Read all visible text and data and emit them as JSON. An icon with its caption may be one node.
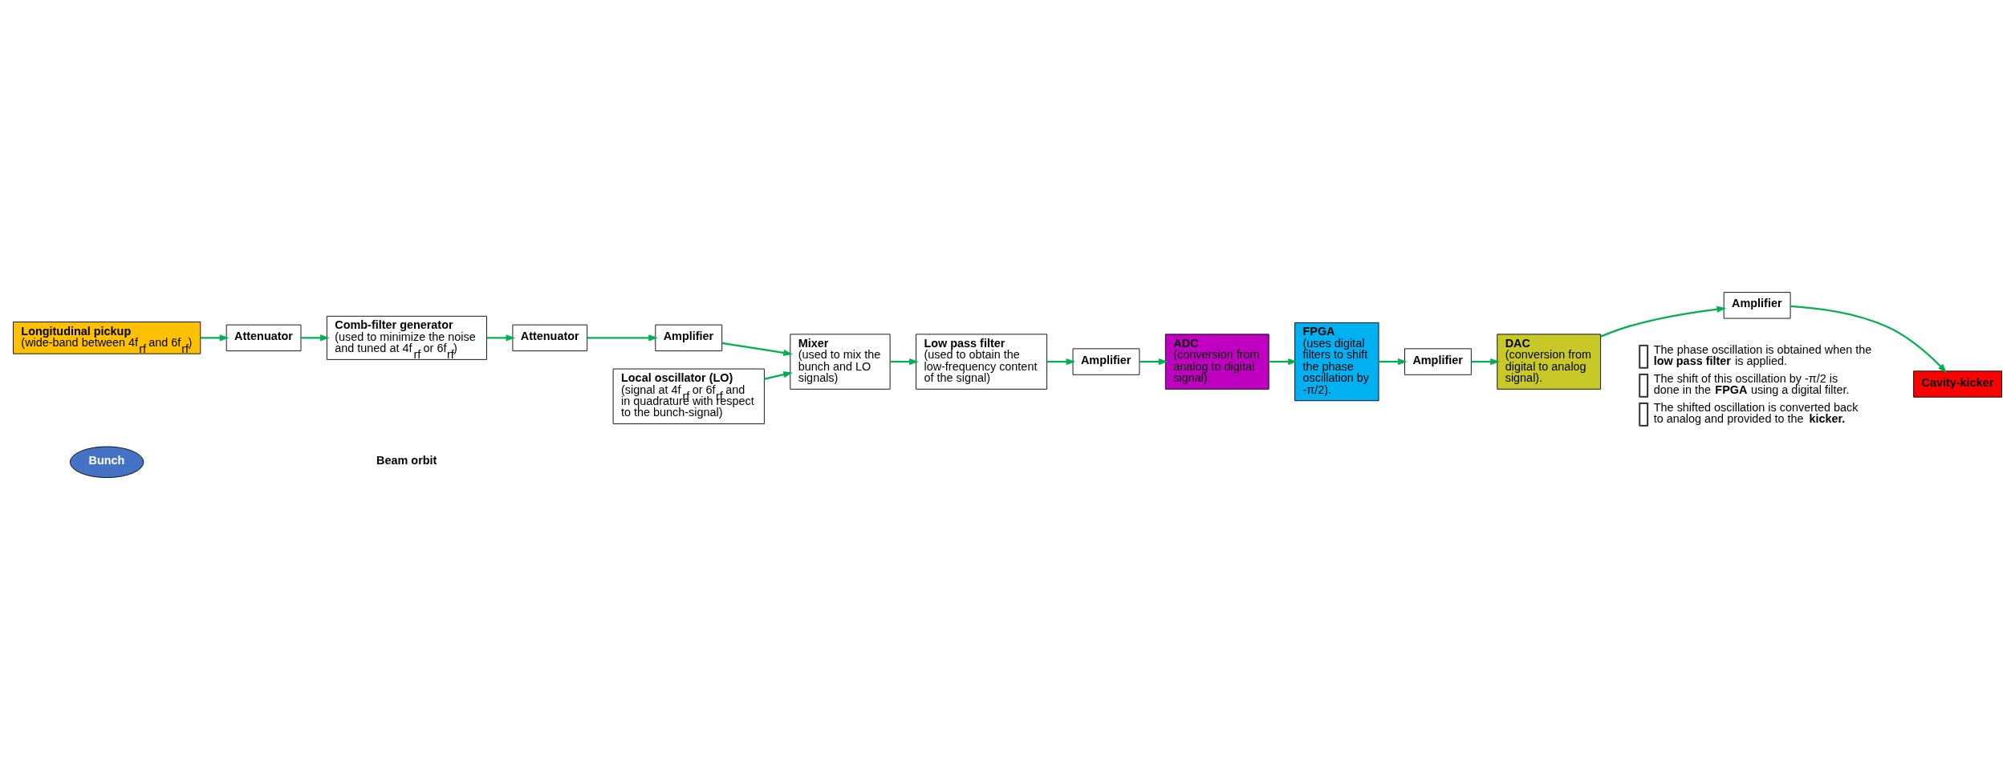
{
  "diagram": {
    "nodes": [
      {
        "text": [
          "Longitudinal pickup",
          "(wide-band between 4f$_{rf}$ and 6f$_{rf}$)"
        ]
      },
      {
        "text": [
          "Bunch"
        ]
      },
      {
        "text": [
          "Cavity-kicker"
        ]
      },
      {
        "text": [
          "Attenuator"
        ]
      },
      {
        "text": [
          "Comb-filter generator",
          "(used to minimize the noise and tuned at 4f$_{rf}$ or 6f$_{rf}$)"
        ]
      },
      {
        "text": [
          "Attenuator"
        ]
      },
      {
        "text": [
          "Amplifier"
        ]
      },
      {
        "text": [
          "Local oscillator (LO)",
          "(signal at 4f$_{rf}$ or 6f$_{rf}$ and in quadrature with respect to the bunch-signal)"
        ]
      },
      {
        "text": [
          "Mixer",
          "(used to mix the bunch and LO signals)"
        ]
      },
      {
        "text": [
          "Low pass filter",
          "(used to obtain the low-frequency content of the signal)"
        ]
      },
      {
        "text": [
          "Amplifier"
        ]
      },
      {
        "text": [
          "ADC",
          "(conversion from analog to digital signal)."
        ]
      },
      {
        "text": [
          "FPGA",
          "(uses digital filters to shift the phase oscillation by -π/2)."
        ]
      },
      {
        "text": [
          "Amplifier"
        ]
      },
      {
        "text": [
          "DAC",
          "(conversion from digital to analog signal)."
        ]
      },
      {
        "text": [
          "Amplifier"
        ]
      }
    ],
    "edges": [
      {
        "from": 0,
        "to": 3,
        "arrow": "to"
      },
      {
        "from": 3,
        "to": 4,
        "arrow": "to"
      },
      {
        "from": 4,
        "to": 5,
        "arrow": "to"
      },
      {
        "from": 5,
        "to": 6,
        "arrow": "to"
      },
      {
        "from": 6,
        "to": 8,
        "arrow": "to"
      },
      {
        "from": 7,
        "to": 8,
        "arrow": "to"
      },
      {
        "from": 8,
        "to": 9,
        "arrow": "to"
      },
      {
        "from": 9,
        "to": 10,
        "arrow": "to"
      },
      {
        "from": 10,
        "to": 11,
        "arrow": "to"
      },
      {
        "from": 11,
        "to": 12,
        "arrow": "to"
      },
      {
        "from": 12,
        "to": 13,
        "arrow": "to"
      },
      {
        "from": 13,
        "to": 14,
        "arrow": "to"
      },
      {
        "from": 14,
        "to": 15,
        "arrow": "to"
      },
      {
        "from": 15,
        "to": 2,
        "arrow": "to"
      }
    ],
    "labels": [
      "Beam orbit",
      "The phase oscillation is obtained when the **low pass filter** is applied.",
      "The shift of this oscillation by -π/2 is done in the **FPGA** using a digital filter.",
      "The shifted oscillation is converted back to analog and provided to the **kicker.**"
    ]
  }
}
